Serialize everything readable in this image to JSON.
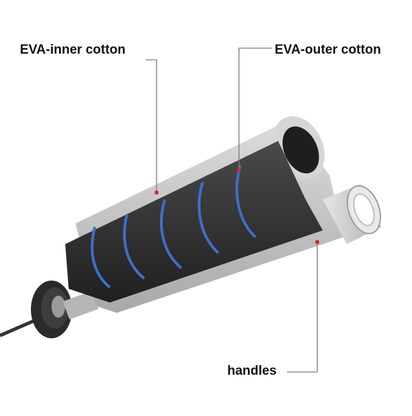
{
  "labels": {
    "inner": "EVA-inner cotton",
    "outer": "EVA-outer cotton",
    "handles": "handles"
  },
  "colors": {
    "leader_line": "#7a7a7a",
    "marker_dot": "#d8262c",
    "foam": "#2b2b2b",
    "blue_band": "#3d6fc8",
    "metal_shell": "#bdbdbd"
  }
}
